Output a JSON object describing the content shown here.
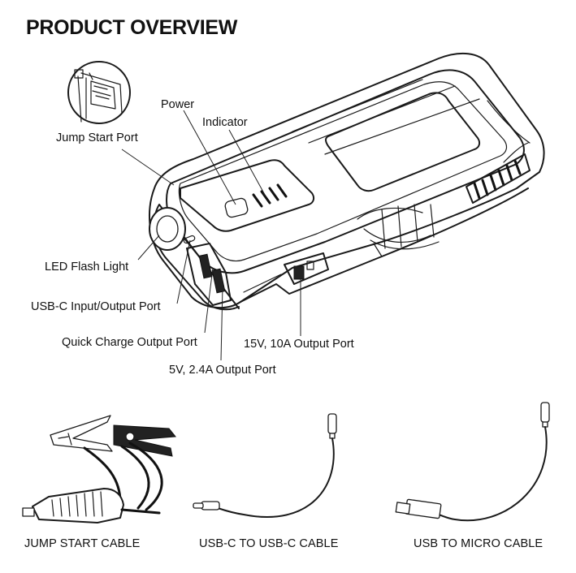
{
  "title": "PRODUCT OVERVIEW",
  "labels": {
    "power": "Power",
    "indicator": "Indicator",
    "jump_start_port": "Jump Start Port",
    "led_flash_light": "LED Flash Light",
    "usb_c_port": "USB-C Input/Output Port",
    "quick_charge_port": "Quick Charge Output Port",
    "output_15v": "15V, 10A Output Port",
    "output_5v": "5V, 2.4A Output Port"
  },
  "accessories": [
    {
      "caption": "JUMP START CABLE"
    },
    {
      "caption": "USB-C TO USB-C CABLE"
    },
    {
      "caption": "USB TO MICRO CABLE"
    }
  ]
}
